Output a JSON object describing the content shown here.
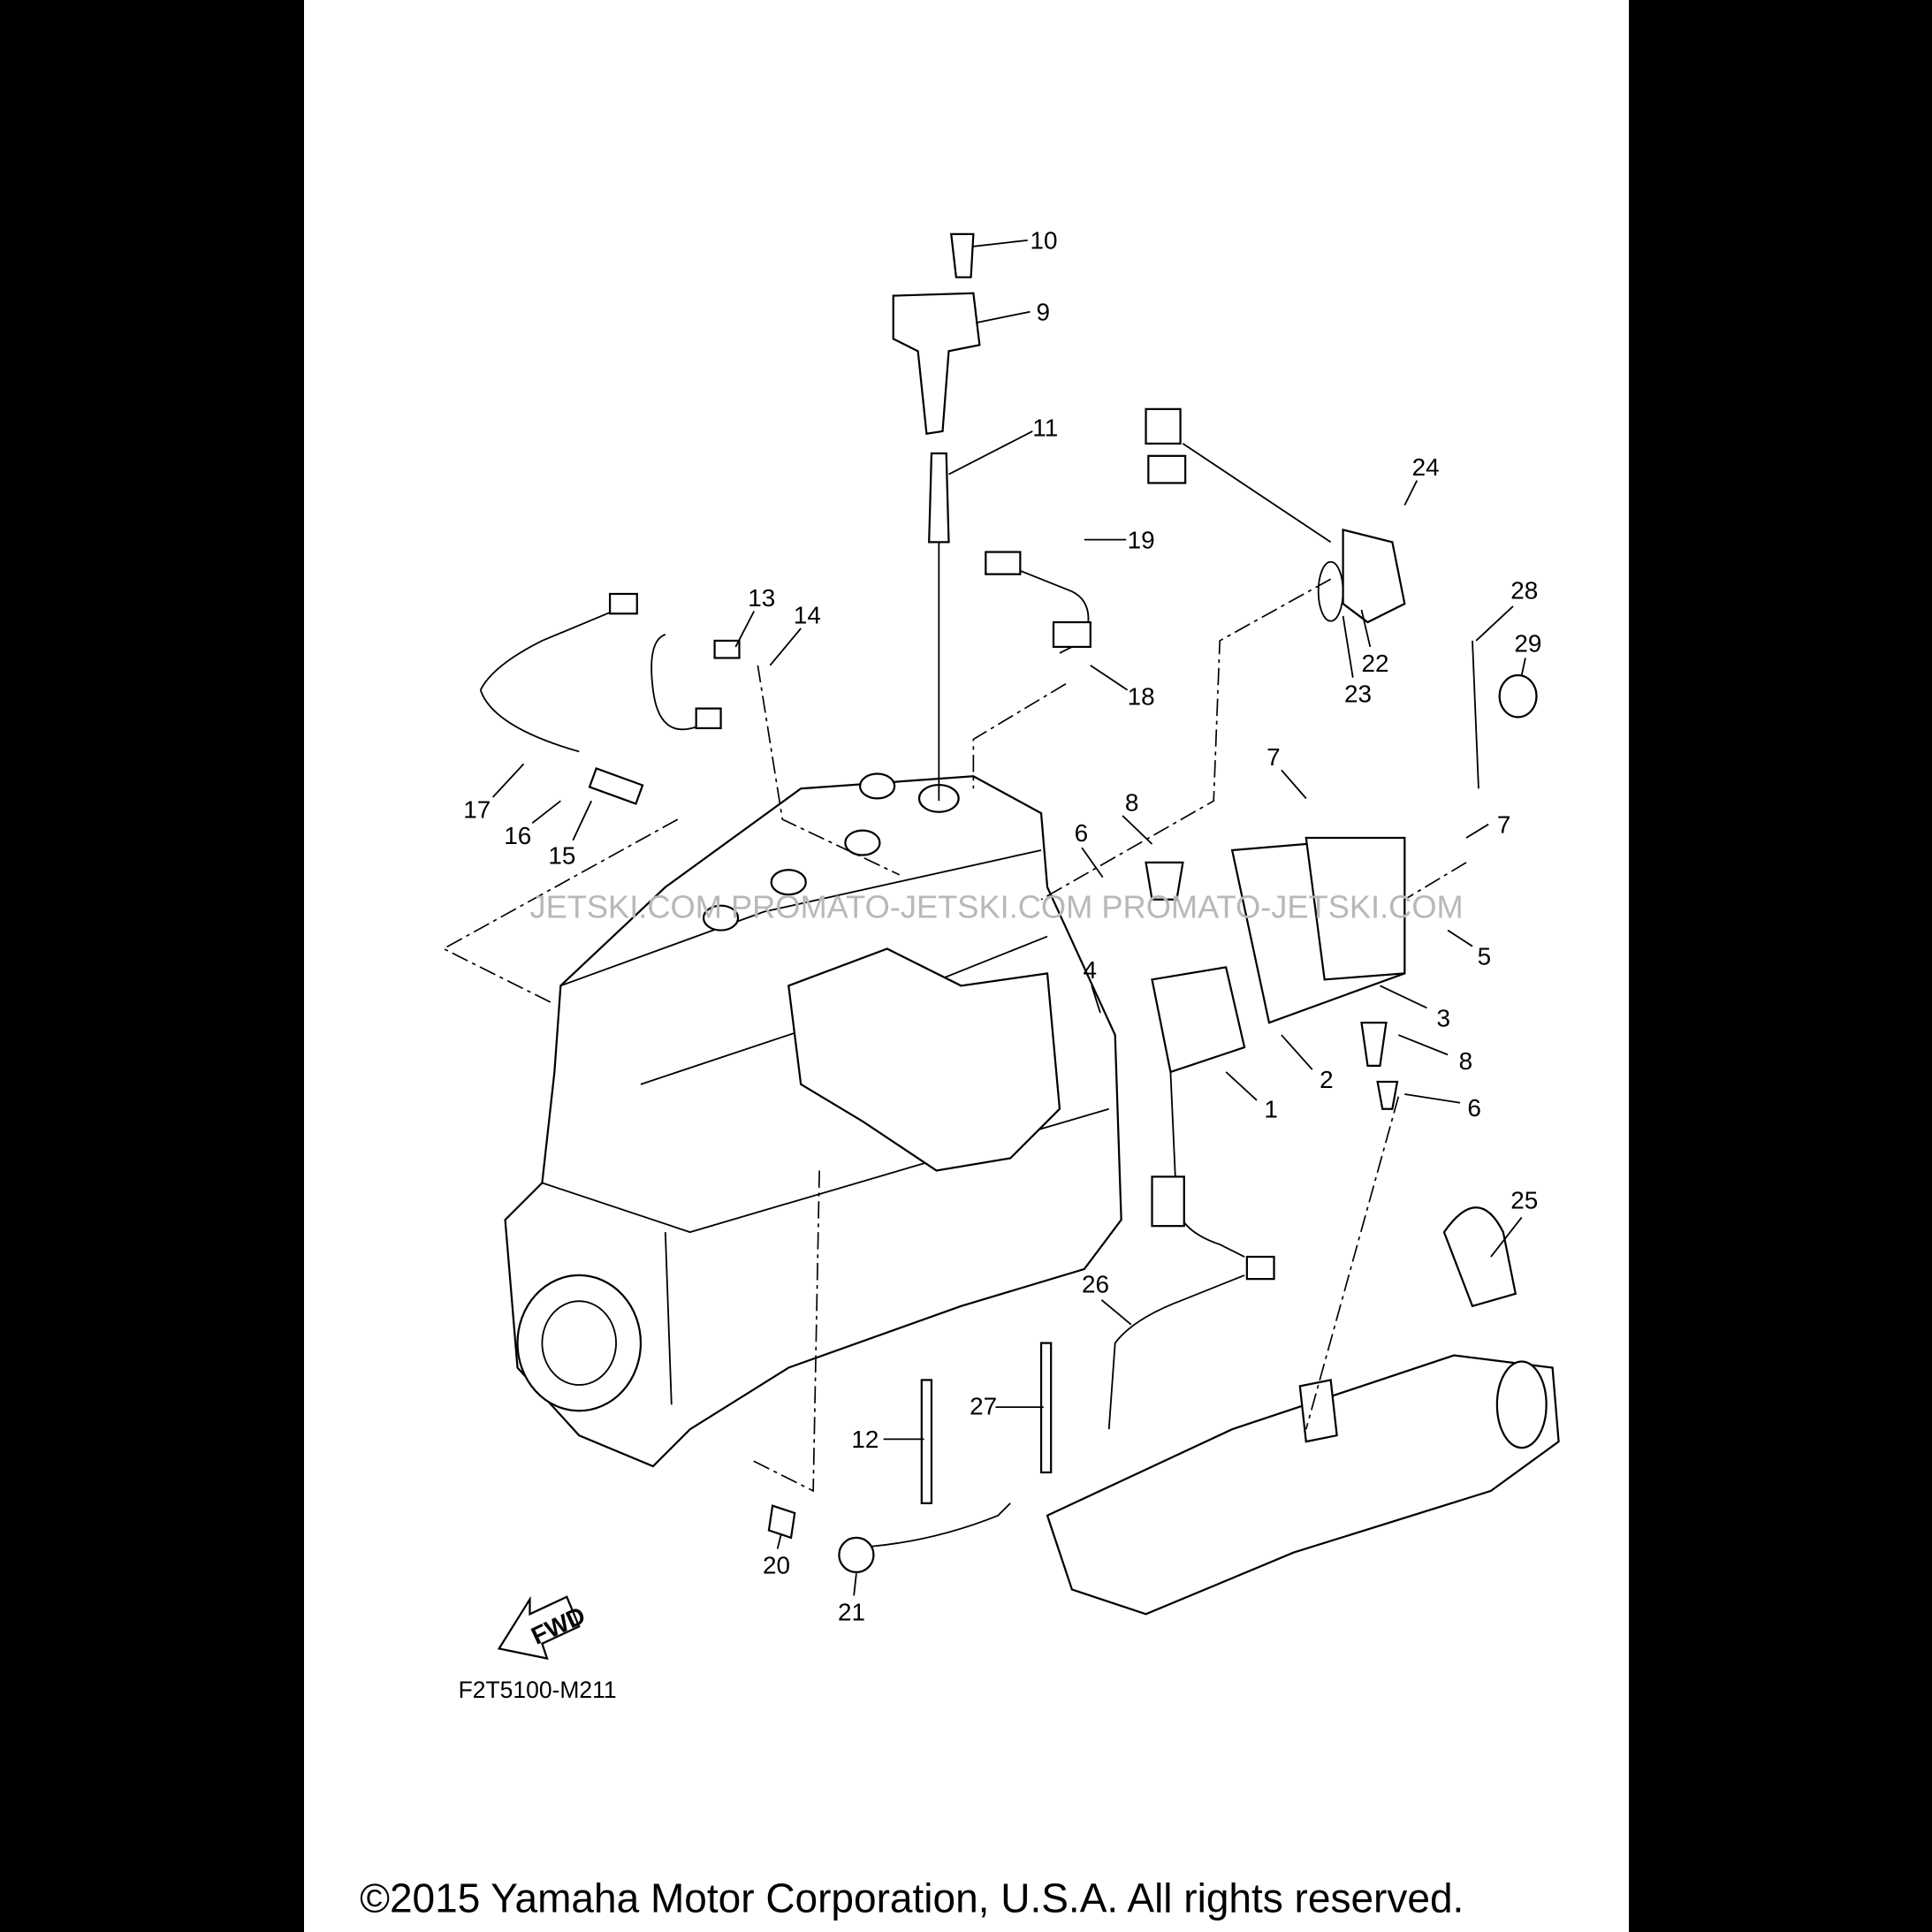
{
  "diagram": {
    "drawing_code": "F2T5100-M211",
    "forward_marker": "FWD",
    "copyright": "©2015 Yamaha Motor Corporation, U.S.A. All rights reserved.",
    "watermark": "JETSKI.COM   PROMATO-JETSKI.COM   PROMATO-JETSKI.COM",
    "callouts": [
      {
        "id": "c10",
        "text": "10"
      },
      {
        "id": "c9",
        "text": "9"
      },
      {
        "id": "c11",
        "text": "11"
      },
      {
        "id": "c24",
        "text": "24"
      },
      {
        "id": "c19",
        "text": "19"
      },
      {
        "id": "c13",
        "text": "13"
      },
      {
        "id": "c14",
        "text": "14"
      },
      {
        "id": "c28",
        "text": "28"
      },
      {
        "id": "c29",
        "text": "29"
      },
      {
        "id": "c22",
        "text": "22"
      },
      {
        "id": "c23",
        "text": "23"
      },
      {
        "id": "c18",
        "text": "18"
      },
      {
        "id": "c7a",
        "text": "7"
      },
      {
        "id": "c7b",
        "text": "7"
      },
      {
        "id": "c8a",
        "text": "8"
      },
      {
        "id": "c6a",
        "text": "6"
      },
      {
        "id": "c17",
        "text": "17"
      },
      {
        "id": "c16",
        "text": "16"
      },
      {
        "id": "c15",
        "text": "15"
      },
      {
        "id": "c4",
        "text": "4"
      },
      {
        "id": "c5",
        "text": "5"
      },
      {
        "id": "c3",
        "text": "3"
      },
      {
        "id": "c2",
        "text": "2"
      },
      {
        "id": "c8b",
        "text": "8"
      },
      {
        "id": "c1",
        "text": "1"
      },
      {
        "id": "c6b",
        "text": "6"
      },
      {
        "id": "c25",
        "text": "25"
      },
      {
        "id": "c26",
        "text": "26"
      },
      {
        "id": "c27",
        "text": "27"
      },
      {
        "id": "c12",
        "text": "12"
      },
      {
        "id": "c20",
        "text": "20"
      },
      {
        "id": "c21",
        "text": "21"
      }
    ]
  }
}
